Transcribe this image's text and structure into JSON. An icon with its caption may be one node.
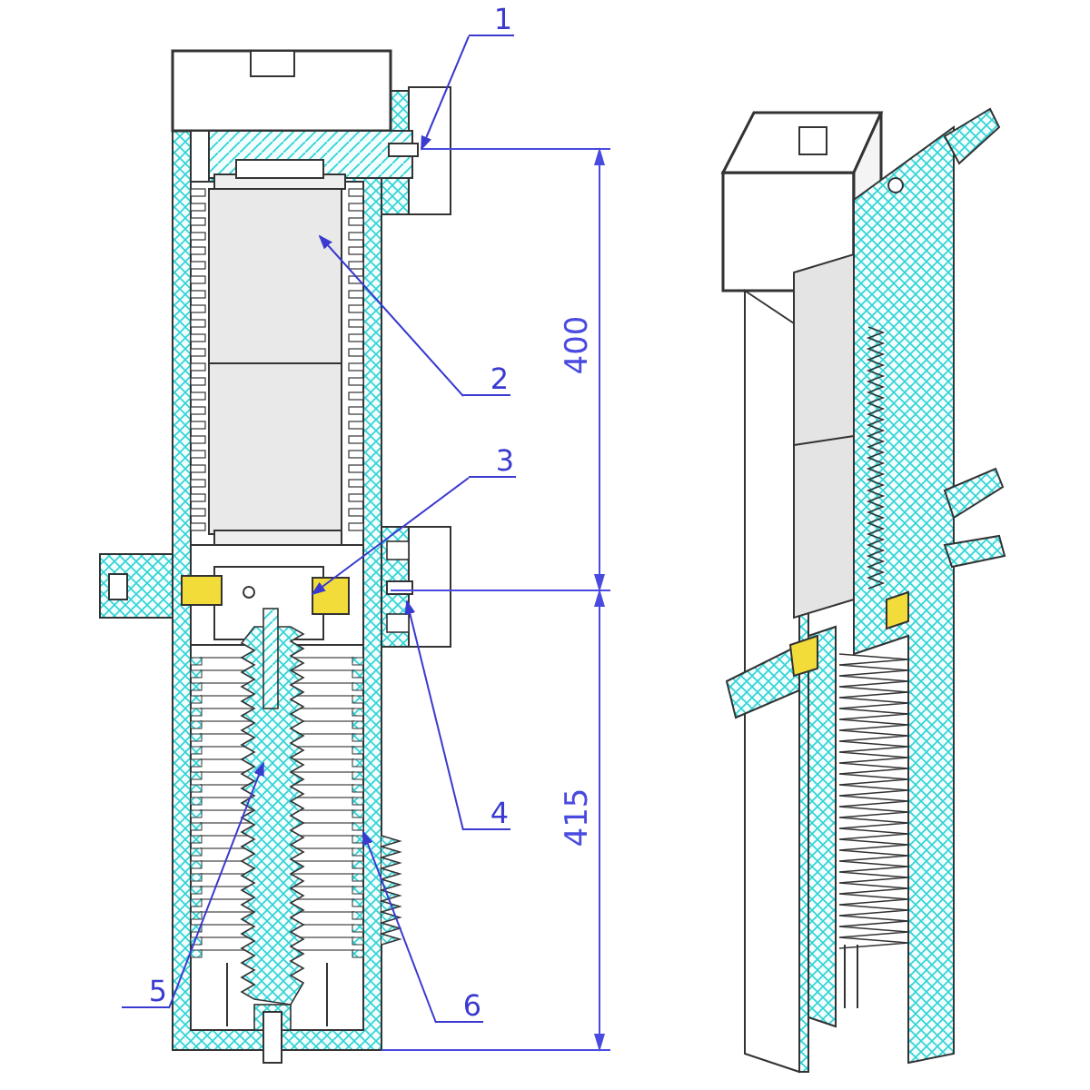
{
  "diagram": {
    "nodes": [
      {
        "text": [
          "1"
        ]
      },
      {
        "text": [
          "2"
        ]
      },
      {
        "text": [
          "3"
        ]
      },
      {
        "text": [
          "4"
        ]
      },
      {
        "text": [
          "5"
        ]
      },
      {
        "text": [
          "6"
        ]
      }
    ],
    "edges": [
      {
        "from": 0,
        "to": null,
        "arrow": "to"
      },
      {
        "from": 1,
        "to": null,
        "arrow": "to"
      },
      {
        "from": 2,
        "to": null,
        "arrow": "to"
      },
      {
        "from": 3,
        "to": null,
        "arrow": "to"
      },
      {
        "from": 4,
        "to": null,
        "arrow": "to"
      },
      {
        "from": 5,
        "to": null,
        "arrow": "to"
      }
    ],
    "labels": [
      "400",
      "415"
    ]
  }
}
